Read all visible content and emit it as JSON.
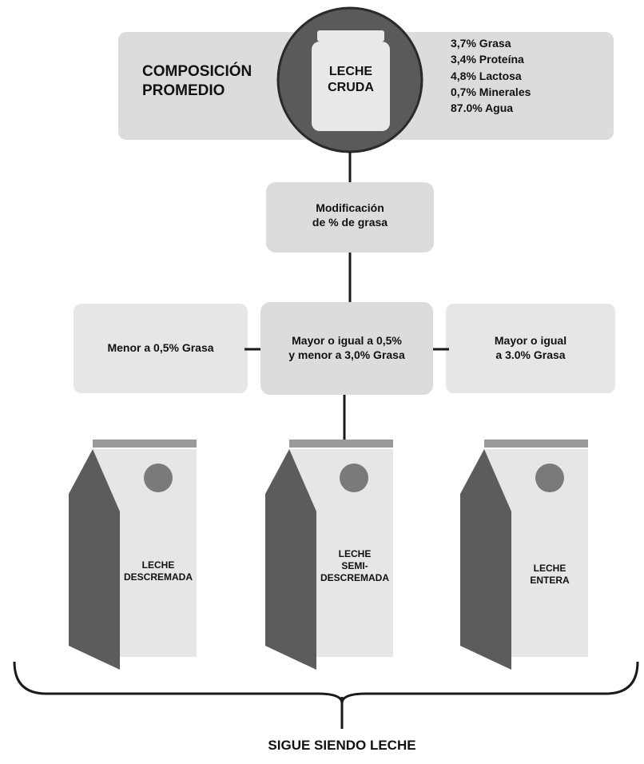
{
  "header": {
    "composition_title": [
      "COMPOSICIÓN",
      "PROMEDIO"
    ],
    "milk_label": [
      "LECHE",
      "CRUDA"
    ],
    "components": [
      "3,7% Grasa",
      "3,4% Proteína",
      "4,8% Lactosa",
      "0,7% Minerales",
      "87.0% Agua"
    ]
  },
  "process": {
    "label": [
      "Modificación",
      "de % de grasa"
    ]
  },
  "branches": [
    {
      "condition": [
        "Menor a 0,5% Grasa"
      ],
      "product": [
        "LECHE",
        "DESCREMADA"
      ]
    },
    {
      "condition": [
        "Mayor o igual a 0,5%",
        "y menor a 3,0% Grasa"
      ],
      "product": [
        "LECHE",
        "SEMI-",
        "DESCREMADA"
      ]
    },
    {
      "condition": [
        "Mayor o igual",
        "a 3.0% Grasa"
      ],
      "product": [
        "LECHE",
        "ENTERA"
      ]
    }
  ],
  "conclusion": "SIGUE SIENDO LECHE",
  "colors": {
    "box_fill": "#dcdcdc",
    "circle_fill": "#5a5a5a",
    "carton_dark": "#5c5c5c",
    "carton_light": "#e6e6e6",
    "carton_top": "#9a9a9a",
    "line": "#1a1a1a"
  }
}
